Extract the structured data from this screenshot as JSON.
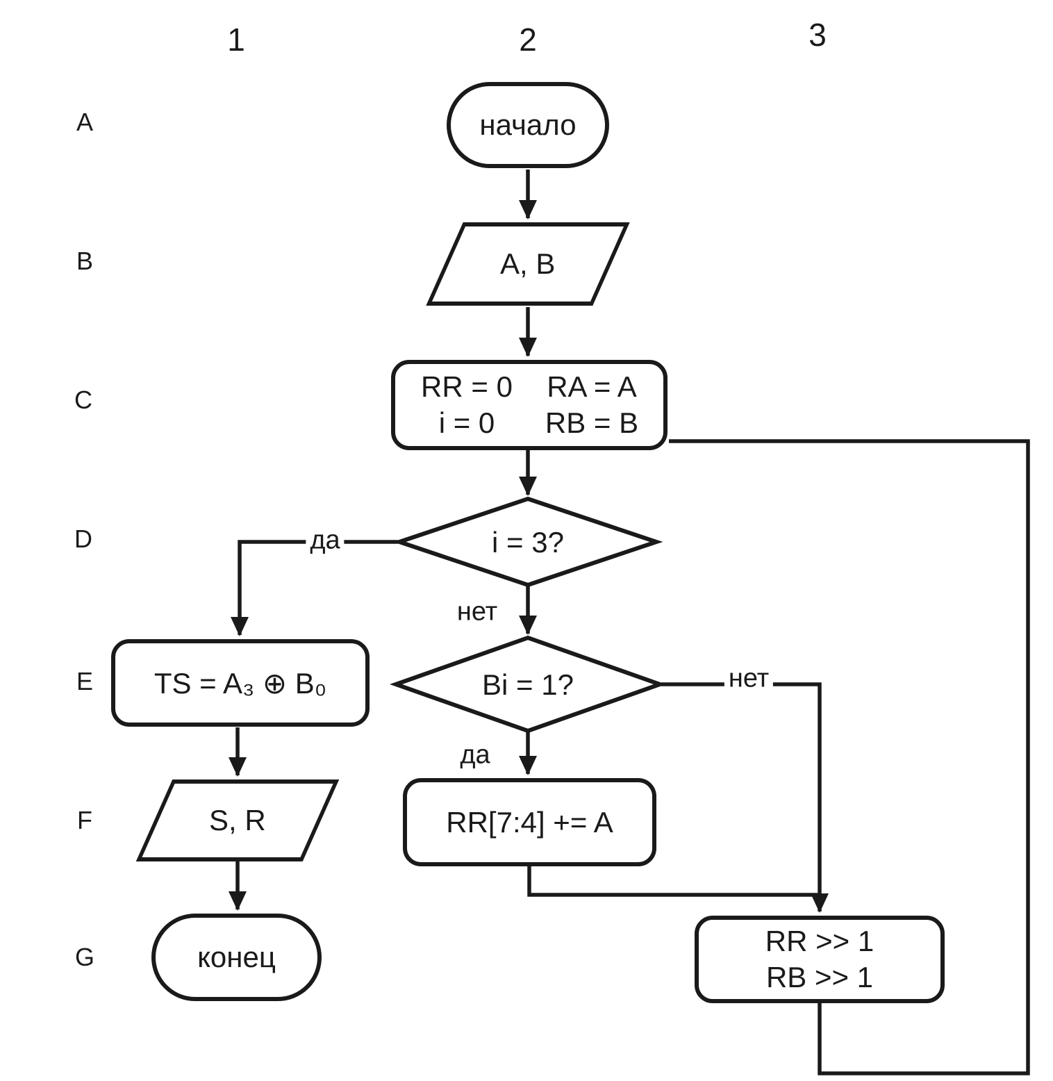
{
  "grid": {
    "columns": [
      "1",
      "2",
      "3"
    ],
    "rows": [
      "A",
      "B",
      "C",
      "D",
      "E",
      "F",
      "G"
    ]
  },
  "nodes": {
    "start": {
      "label": "начало"
    },
    "input": {
      "label": "A, B"
    },
    "init": {
      "cells": [
        "RR = 0",
        "RA = A",
        "i = 0",
        "RB = B"
      ]
    },
    "loop_check": {
      "label": "i = 3?"
    },
    "ts": {
      "label": "TS = A₃ ⊕ B₀"
    },
    "bit_check": {
      "label": "Bi = 1?"
    },
    "add": {
      "label": "RR[7:4] += A"
    },
    "output": {
      "label": "S, R"
    },
    "end": {
      "label": "конец"
    },
    "shift": {
      "lines": [
        "RR >> 1",
        "RB >> 1"
      ]
    }
  },
  "edge_labels": {
    "loop_yes": "да",
    "loop_no": "нет",
    "bit_yes": "да",
    "bit_no": "нет"
  },
  "colors": {
    "line": "#1a1a1a",
    "background": "#ffffff"
  }
}
